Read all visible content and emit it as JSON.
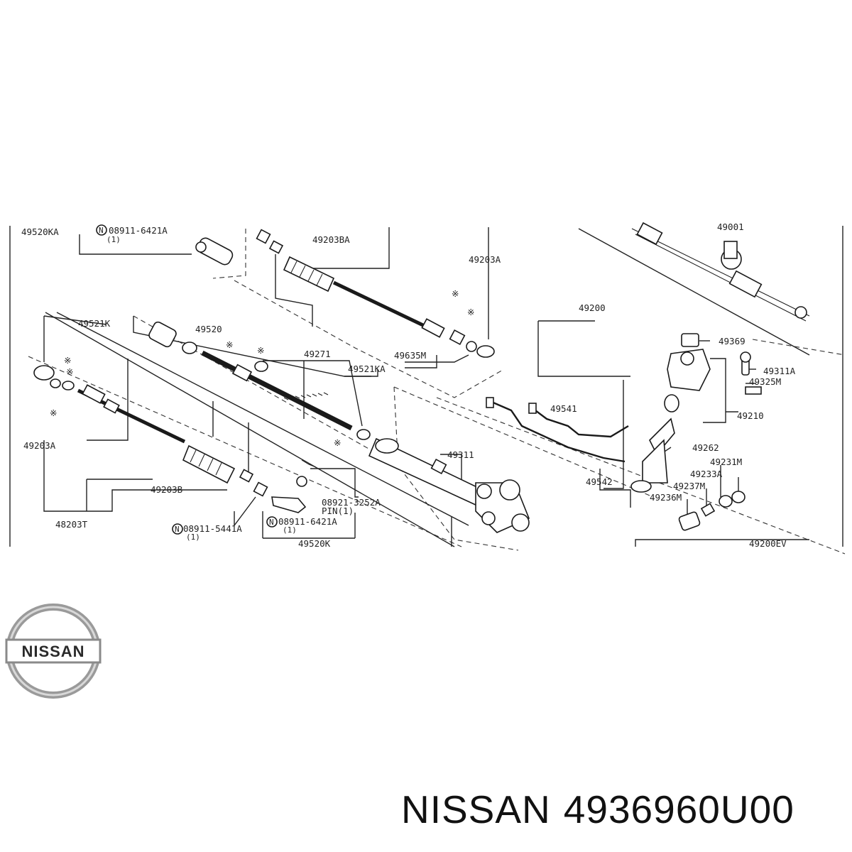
{
  "labels": {
    "l49520KA": "49520KA",
    "n08911_6421A_top": "08911-6421A",
    "qty1_top": "(1)",
    "l49203BA": "49203BA",
    "l49203A_top": "49203A",
    "l49001": "49001",
    "l49200": "49200",
    "l49521K": "49521K",
    "l49520": "49520",
    "l49271": "49271",
    "l49635M": "49635M",
    "l49521KA": "49521KA",
    "l49369": "49369",
    "l49311A": "49311A",
    "l49325M": "49325M",
    "l49210": "49210",
    "l49541": "49541",
    "l49203A_left": "49203A",
    "l49311": "49311",
    "l49262": "49262",
    "l49231M": "49231M",
    "l49233A": "49233A",
    "l49237M": "49237M",
    "l49236M": "49236M",
    "l49542": "49542",
    "l49203B": "49203B",
    "l48203T": "48203T",
    "n08911_5441A": "08911-5441A",
    "qty1_left": "(1)",
    "l08921_3252A": "08921-3252A",
    "pin1": "PIN(1)",
    "n08911_6421A_bottom": "08911-6421A",
    "qty1_bottom": "(1)",
    "l49520K": "49520K",
    "l49200EV": "49200EV",
    "n_marker": "N",
    "star": "※"
  },
  "caption": {
    "brand": "NISSAN",
    "part_number": "4936960U00"
  },
  "logo": {
    "text": "NISSAN"
  }
}
